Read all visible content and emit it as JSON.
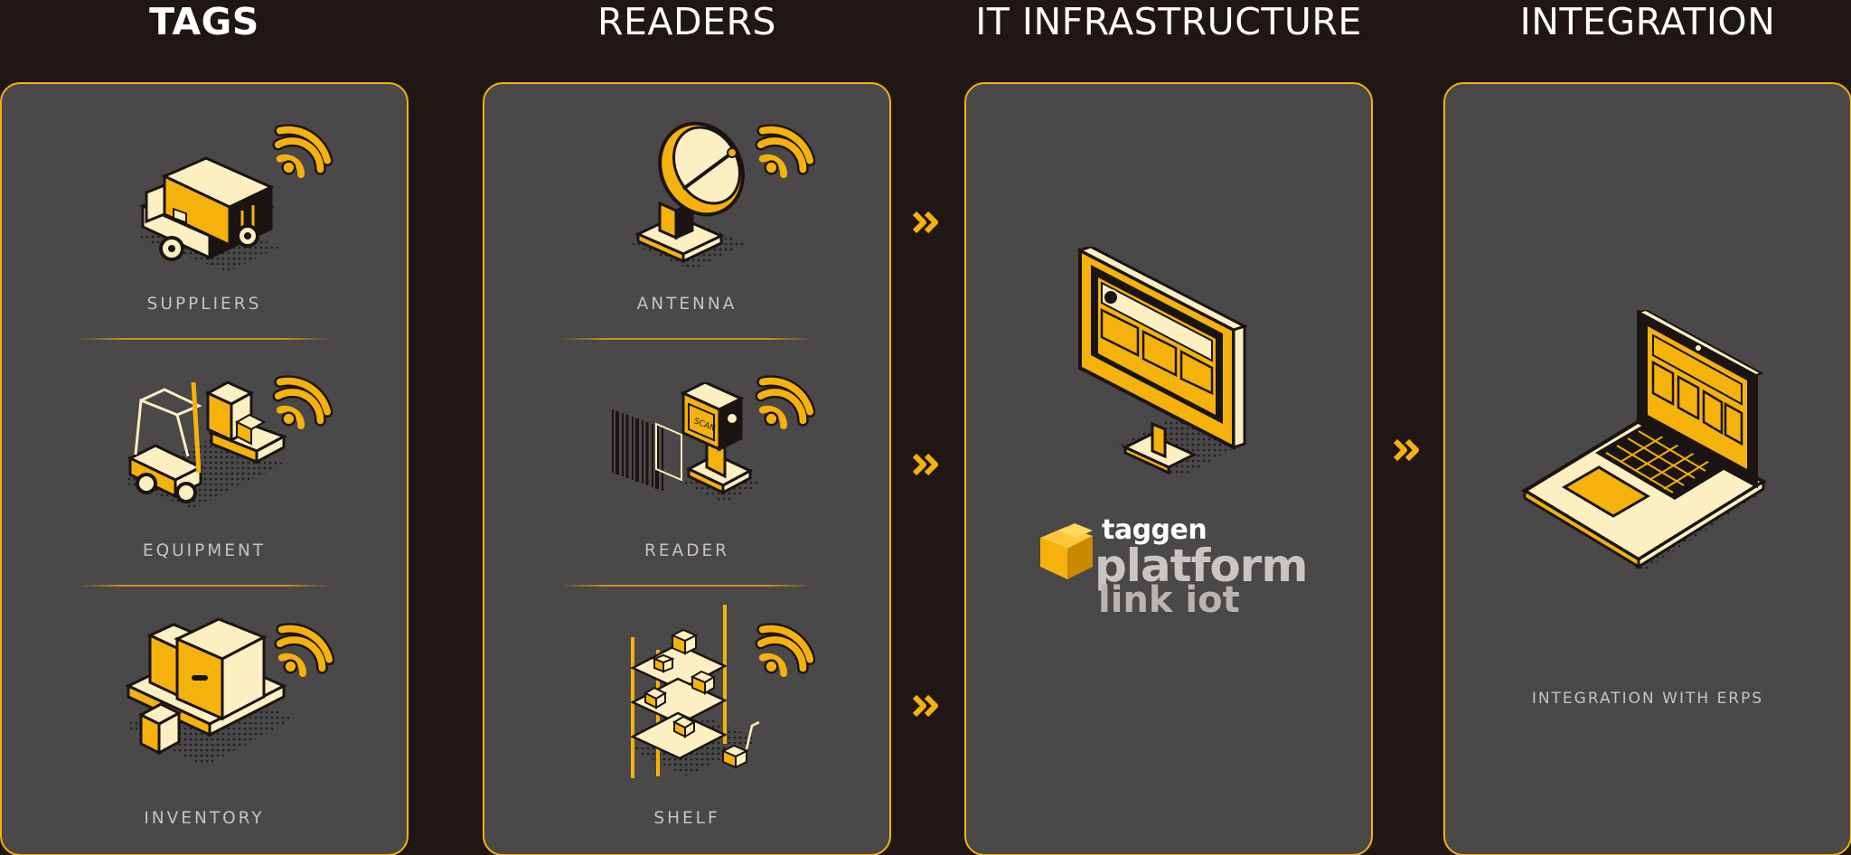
{
  "columns": [
    {
      "title": "TAGS",
      "items": [
        "SUPPLIERS",
        "EQUIPMENT",
        "INVENTORY"
      ]
    },
    {
      "title": "READERS",
      "items": [
        "ANTENNA",
        "READER",
        "SHELF"
      ]
    },
    {
      "title": "IT INFRASTRUCTURE",
      "brand": {
        "name": "taggen",
        "product": "platform",
        "sub": "link iot"
      }
    },
    {
      "title": "INTEGRATION",
      "items": [
        "INTEGRATION WITH ERPS"
      ]
    }
  ],
  "scan_label": "SCAN",
  "colors": {
    "background": "#201714",
    "panel": "#4a4848",
    "accent": "#f5b20c",
    "cream": "#fcefc2",
    "outline": "#1a1412"
  },
  "icons": [
    "delivery-truck-icon",
    "wifi-signal-icon",
    "forklift-icon",
    "box-pallet-icon",
    "satellite-dish-icon",
    "barcode-scanner-icon",
    "storage-shelf-icon",
    "desktop-monitor-icon",
    "laptop-icon",
    "double-chevron-icon"
  ]
}
